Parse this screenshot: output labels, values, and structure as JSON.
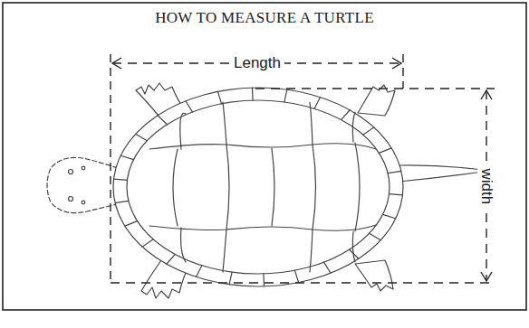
{
  "diagram": {
    "title": "HOW TO MEASURE A TURTLE",
    "labels": [
      "Length",
      "width"
    ]
  }
}
